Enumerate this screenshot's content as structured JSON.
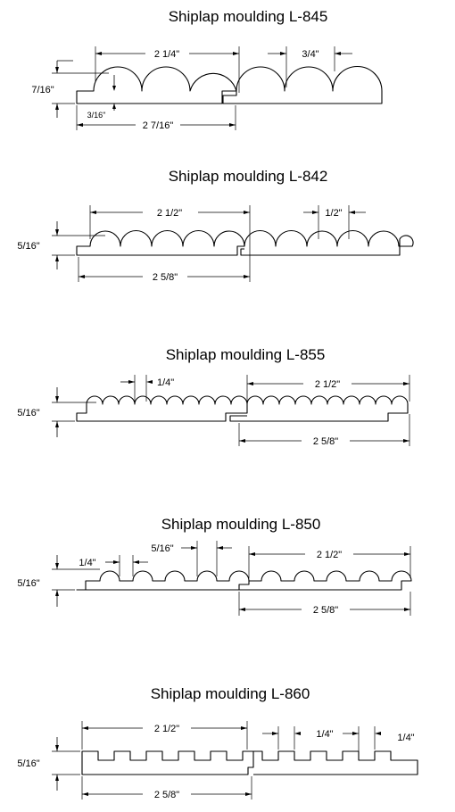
{
  "mouldings": [
    {
      "title": "Shiplap moulding L-845",
      "width_label": "2 1/4\"",
      "bead_label": "3/4\"",
      "height_label": "7/16\"",
      "offset_label": "3/16\"",
      "overall_label": "2 7/16\""
    },
    {
      "title": "Shiplap moulding L-842",
      "width_label": "2 1/2\"",
      "bead_label": "1/2\"",
      "height_label": "5/16\"",
      "overall_label": "2 5/8\""
    },
    {
      "title": "Shiplap moulding L-855",
      "width_label": "2 1/2\"",
      "bead_label": "1/4\"",
      "height_label": "5/16\"",
      "overall_label": "2 5/8\""
    },
    {
      "title": "Shiplap moulding L-850",
      "width_label": "2 1/2\"",
      "bead_label": "5/16\"",
      "gap_label": "1/4\"",
      "height_label": "5/16\"",
      "overall_label": "2 5/8\""
    },
    {
      "title": "Shiplap moulding L-860",
      "width_label": "2 1/2\"",
      "slot_label": "1/4\"",
      "land_label": "1/4\"",
      "height_label": "5/16\"",
      "overall_label": "2 5/8\""
    }
  ]
}
